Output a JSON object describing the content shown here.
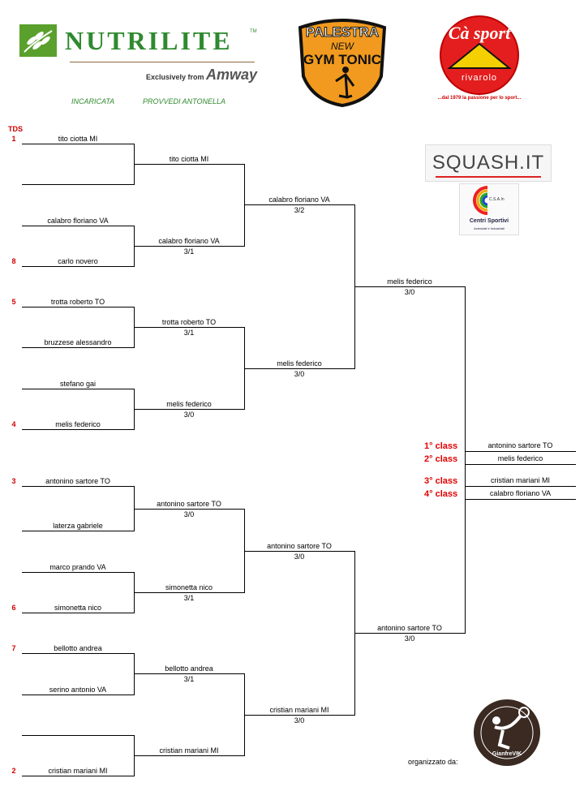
{
  "header": {
    "nutrilite": {
      "brand": "NUTRILITE",
      "tm": "TM",
      "exclusive": "Exclusively from",
      "amway": "Amway",
      "incaricata": "INCARICATA",
      "provvedi": "PROVVEDI ANTONELLA"
    },
    "palestra": {
      "line1": "PALESTRA",
      "line2": "NEW",
      "line3": "GYM TONIC"
    },
    "casport": {
      "name": "Cà sport",
      "city": "rivarolo",
      "slogan": "...dal 1979 la passione per lo sport..."
    },
    "squash_logo": "SQUASH.IT",
    "csain": {
      "badge": "C.S.A.In",
      "line1": "Centri Sportivi",
      "line2": "Aziendali e Industriali"
    },
    "organizer_label": "organizzato da:",
    "gianfre": "GianfreVIK"
  },
  "tds_label": "TDS",
  "seeds": [
    "1",
    "8",
    "5",
    "4",
    "3",
    "6",
    "7",
    "2"
  ],
  "r1": [
    "tito ciotta MI",
    "",
    "calabro floriano VA",
    "carlo novero",
    "trotta roberto TO",
    "bruzzese alessandro",
    "stefano gai",
    "melis federico",
    "antonino sartore TO",
    "laterza gabriele",
    "marco prando VA",
    "simonetta nico",
    "bellotto andrea",
    "serino antonio VA",
    "",
    "cristian mariani MI"
  ],
  "r2": [
    {
      "name": "tito ciotta MI",
      "score": ""
    },
    {
      "name": "calabro floriano VA",
      "score": "3/1"
    },
    {
      "name": "trotta roberto TO",
      "score": "3/1"
    },
    {
      "name": "melis federico",
      "score": "3/0"
    },
    {
      "name": "antonino sartore TO",
      "score": "3/0"
    },
    {
      "name": "simonetta nico",
      "score": "3/1"
    },
    {
      "name": "bellotto andrea",
      "score": "3/1"
    },
    {
      "name": "cristian mariani MI",
      "score": ""
    }
  ],
  "r3": [
    {
      "name": "calabro floriano VA",
      "score": "3/2"
    },
    {
      "name": "melis federico",
      "score": "3/0"
    },
    {
      "name": "antonino sartore TO",
      "score": "3/0"
    },
    {
      "name": "cristian mariani MI",
      "score": "3/0"
    }
  ],
  "r4": [
    {
      "name": "melis federico",
      "score": "3/0"
    },
    {
      "name": "antonino sartore TO",
      "score": "3/0"
    }
  ],
  "standings": [
    {
      "place": "1°  class",
      "name": "antonino sartore TO"
    },
    {
      "place": "2°  class",
      "name": "melis federico"
    },
    {
      "place": "3°  class",
      "name": "cristian mariani MI"
    },
    {
      "place": "4°  class",
      "name": "calabro floriano VA"
    }
  ]
}
